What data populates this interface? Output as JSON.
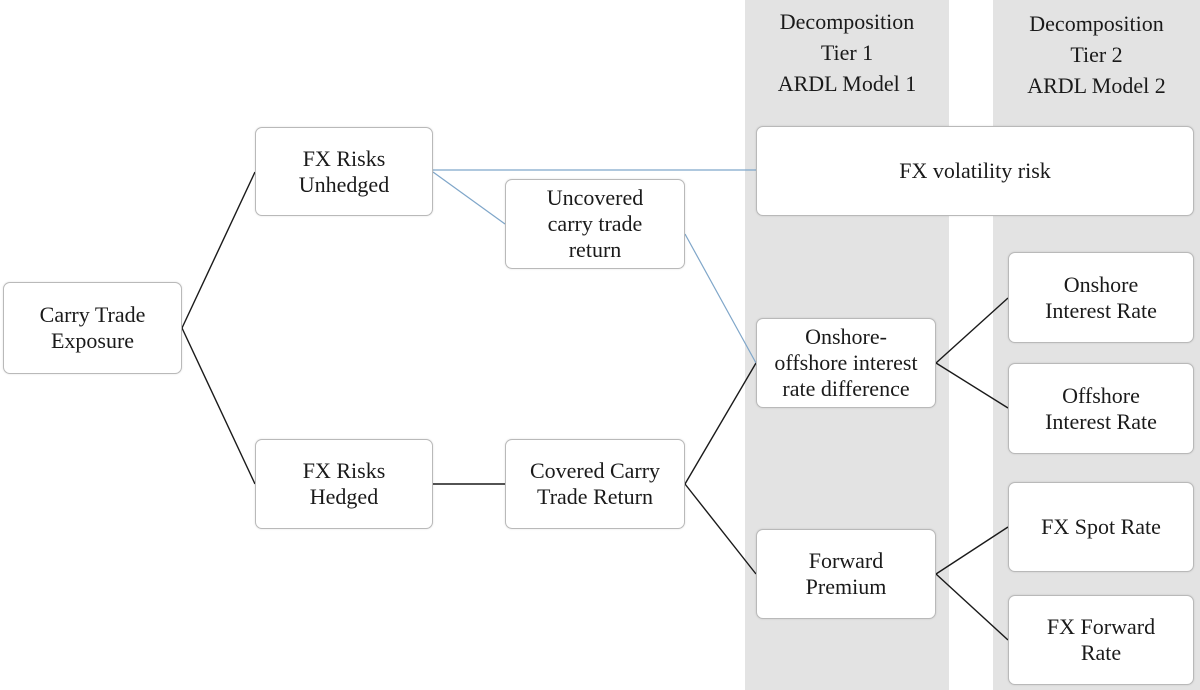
{
  "columns": {
    "tier1": [
      "Decomposition",
      "Tier 1",
      "ARDL Model 1"
    ],
    "tier2": [
      "Decomposition",
      "Tier 2",
      "ARDL Model 2"
    ]
  },
  "nodes": {
    "carry_trade_exposure": [
      "Carry Trade",
      "Exposure"
    ],
    "fx_risks_unhedged": [
      "FX Risks",
      "Unhedged"
    ],
    "fx_risks_hedged": [
      "FX Risks",
      "Hedged"
    ],
    "uncovered_return": [
      "Uncovered",
      "carry trade",
      "return"
    ],
    "covered_return": [
      "Covered Carry",
      "Trade Return"
    ],
    "fx_volatility_risk": [
      "FX volatility risk"
    ],
    "interest_rate_difference": [
      "Onshore-",
      "offshore interest",
      "rate difference"
    ],
    "forward_premium": [
      "Forward",
      "Premium"
    ],
    "onshore_interest_rate": [
      "Onshore",
      "Interest Rate"
    ],
    "offshore_interest_rate": [
      "Offshore",
      "Interest Rate"
    ],
    "fx_spot_rate": [
      "FX Spot Rate"
    ],
    "fx_forward_rate": [
      "FX Forward",
      "Rate"
    ]
  },
  "colors": {
    "column_band": "#e3e3e3",
    "black_connector": "#1a1a1a",
    "blue_connector": "#7fa6c9",
    "box_border": "#b9b9b9"
  }
}
